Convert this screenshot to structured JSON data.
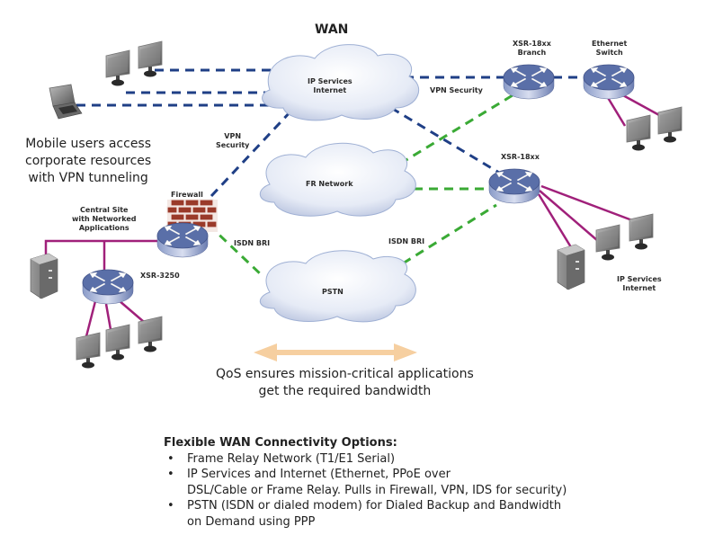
{
  "title": "WAN",
  "clouds": {
    "ip_services": "IP Services\nInternet",
    "fr_network": "FR Network",
    "pstn": "PSTN"
  },
  "labels": {
    "vpn_security_top": "VPN Security",
    "vpn_security_left": "VPN\nSecurity",
    "isdn_bri_left": "ISDN BRI",
    "isdn_bri_right": "ISDN BRI",
    "firewall": "Firewall",
    "central_site": "Central Site\nwith Networked\nApplications",
    "xsr_3250": "XSR-3250",
    "xsr_branch": "XSR-18xx\nBranch",
    "xsr_remote": "XSR-18xx",
    "ethernet_switch": "Ethernet\nSwitch",
    "ip_services_internet": "IP Services\nInternet"
  },
  "mobile_text": "Mobile users access\ncorporate resources\nwith VPN tunneling",
  "qos_text": "QoS ensures mission-critical applications\nget the required bandwidth",
  "legend": {
    "heading": "Flexible WAN Connectivity Options:",
    "items": [
      "Frame Relay Network (T1/E1 Serial)",
      "IP Services and Internet (Ethernet, PPoE over\nDSL/Cable or Frame Relay. Pulls in Firewall, VPN, IDS for security)",
      "PSTN (ISDN or dialed modem) for Dialed Backup and Bandwidth\non Demand using PPP"
    ]
  },
  "colors": {
    "vpn_line": "#1f3f86",
    "wan_line": "#3aaa35",
    "lan_line": "#a0207a",
    "router": "#5a6fa8",
    "firewall": "#9a3a2a",
    "qos_arrow": "#f6cfa0"
  }
}
